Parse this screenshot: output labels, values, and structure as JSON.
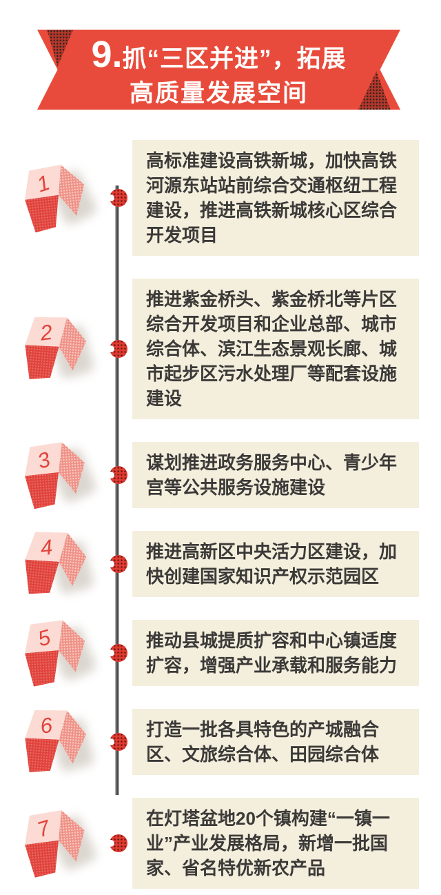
{
  "header": {
    "number": "9.",
    "title_line1": "抓“三区并进”，拓展",
    "title_line2": "高质量发展空间"
  },
  "timeline": {
    "items": [
      {
        "number": "1",
        "text": "高标准建设高铁新城，加快高铁河源东站站前综合交通枢纽工程建设，推进高铁新城核心区综合开发项目"
      },
      {
        "number": "2",
        "text": "推进紫金桥头、紫金桥北等片区综合开发项目和企业总部、城市综合体、滨江生态景观长廊、城市起步区污水处理厂等配套设施建设"
      },
      {
        "number": "3",
        "text": "谋划推进政务服务中心、青少年宫等公共服务设施建设"
      },
      {
        "number": "4",
        "text": "推进高新区中央活力区建设，加快创建国家知识产权示范园区"
      },
      {
        "number": "5",
        "text": "推动县城提质扩容和中心镇适度扩容，增强产业承载和服务能力"
      },
      {
        "number": "6",
        "text": "打造一批各具特色的产城融合区、文旅综合体、田园综合体"
      },
      {
        "number": "7",
        "text": "在灯塔盆地20个镇构建“一镇一业”产业发展格局，新增一批国家、省名特优新农产品"
      }
    ]
  },
  "colors": {
    "ribbon_red": "#e84b3b",
    "ribbon_fold": "#b5362b",
    "box_bg": "#f4eedd",
    "text_color": "#3b3a38",
    "dot_red": "#dd3b31",
    "cube_top": "#fbdbd4",
    "cube_right": "#ef9287",
    "cube_front": "#e1433c"
  }
}
